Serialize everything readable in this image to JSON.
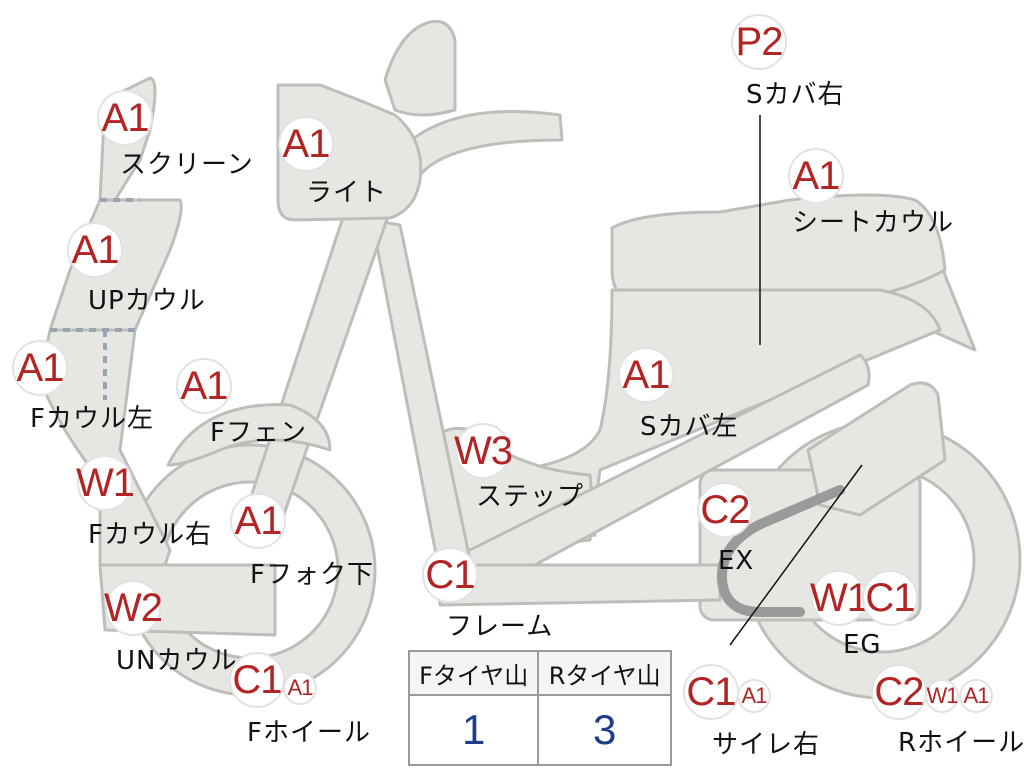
{
  "parts": [
    {
      "id": "screen",
      "label": "スクリーン",
      "codes": [
        "A1"
      ]
    },
    {
      "id": "up-cowl",
      "label": "UPカウル",
      "codes": [
        "A1"
      ]
    },
    {
      "id": "f-cowl-left",
      "label": "Fカウル左",
      "codes": [
        "A1"
      ]
    },
    {
      "id": "f-cowl-right",
      "label": "Fカウル右",
      "codes": [
        "W1"
      ]
    },
    {
      "id": "un-cowl",
      "label": "UNカウル",
      "codes": [
        "W2"
      ]
    },
    {
      "id": "light",
      "label": "ライト",
      "codes": [
        "A1"
      ]
    },
    {
      "id": "f-fender",
      "label": "Fフェン",
      "codes": [
        "A1"
      ]
    },
    {
      "id": "f-fork-lower",
      "label": "Fフォク下",
      "codes": [
        "A1"
      ]
    },
    {
      "id": "f-wheel",
      "label": "Fホイール",
      "codes": [
        "C1",
        "A1"
      ]
    },
    {
      "id": "step",
      "label": "ステップ",
      "codes": [
        "W3"
      ]
    },
    {
      "id": "frame",
      "label": "フレーム",
      "codes": [
        "C1"
      ]
    },
    {
      "id": "s-cover-left",
      "label": "Sカバ左",
      "codes": [
        "A1"
      ]
    },
    {
      "id": "s-cover-right",
      "label": "Sカバ右",
      "codes": [
        "P2"
      ]
    },
    {
      "id": "seat-cowl",
      "label": "シートカウル",
      "codes": [
        "A1"
      ]
    },
    {
      "id": "exhaust",
      "label": "EX",
      "codes": [
        "C2"
      ]
    },
    {
      "id": "engine",
      "label": "EG",
      "codes": [
        "W1",
        "C1"
      ]
    },
    {
      "id": "muffler-right",
      "label": "サイレ右",
      "codes": [
        "C1",
        "A1"
      ]
    },
    {
      "id": "r-wheel",
      "label": "Rホイール",
      "codes": [
        "C2",
        "W1",
        "A1"
      ]
    }
  ],
  "tread": {
    "headers": [
      "Fタイヤ山",
      "Rタイヤ山"
    ],
    "values": [
      "1",
      "3"
    ]
  },
  "colors": {
    "body_fill": "#e6e6e3",
    "outline": "#bdbdb9",
    "badge_text": "#b32424",
    "value_text": "#1f3d8a"
  }
}
